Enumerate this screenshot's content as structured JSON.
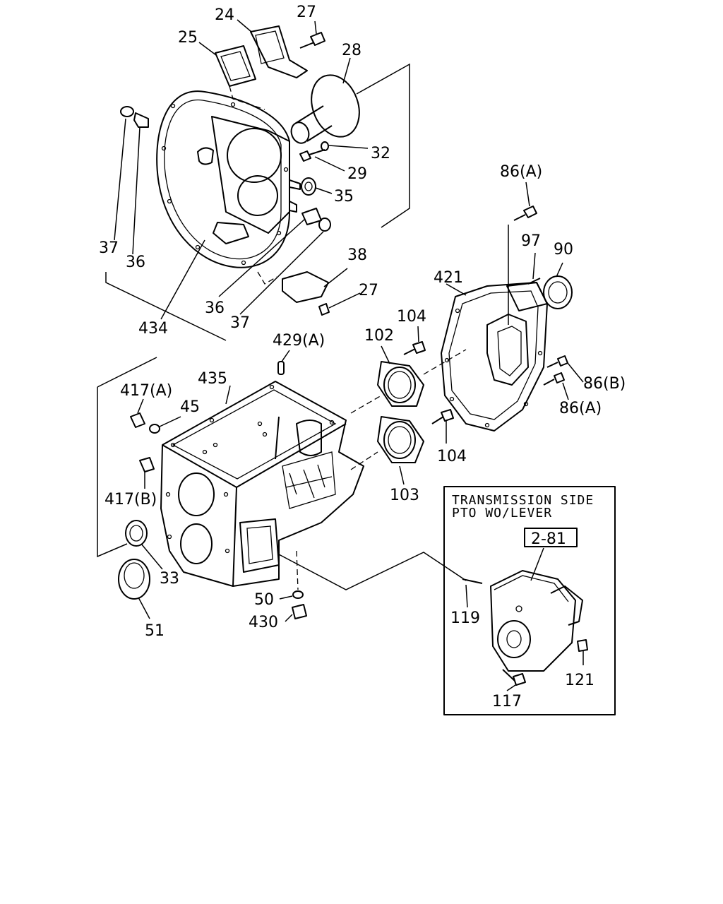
{
  "callouts": {
    "c24": "24",
    "c27_top": "27",
    "c25": "25",
    "c28": "28",
    "c32": "32",
    "c29": "29",
    "c35": "35",
    "c37_left": "37",
    "c36_left": "36",
    "c38": "38",
    "c27_mid": "27",
    "c36_mid": "36",
    "c37_mid": "37",
    "c434": "434",
    "c86a_top": "86(A)",
    "c97": "97",
    "c90": "90",
    "c421": "421",
    "c104_top": "104",
    "c102": "102",
    "c86b": "86(B)",
    "c86a_mid": "86(A)",
    "c429a": "429(A)",
    "c435": "435",
    "c417a": "417(A)",
    "c45": "45",
    "c104_bottom": "104",
    "c417b": "417(B)",
    "c103": "103",
    "c33": "33",
    "c50": "50",
    "c430": "430",
    "c51": "51",
    "c119": "119",
    "c121": "121",
    "c117": "117"
  },
  "inset": {
    "title_line1": "TRANSMISSION SIDE",
    "title_line2": "PTO WO/LEVER",
    "ref_box": "2-81"
  }
}
